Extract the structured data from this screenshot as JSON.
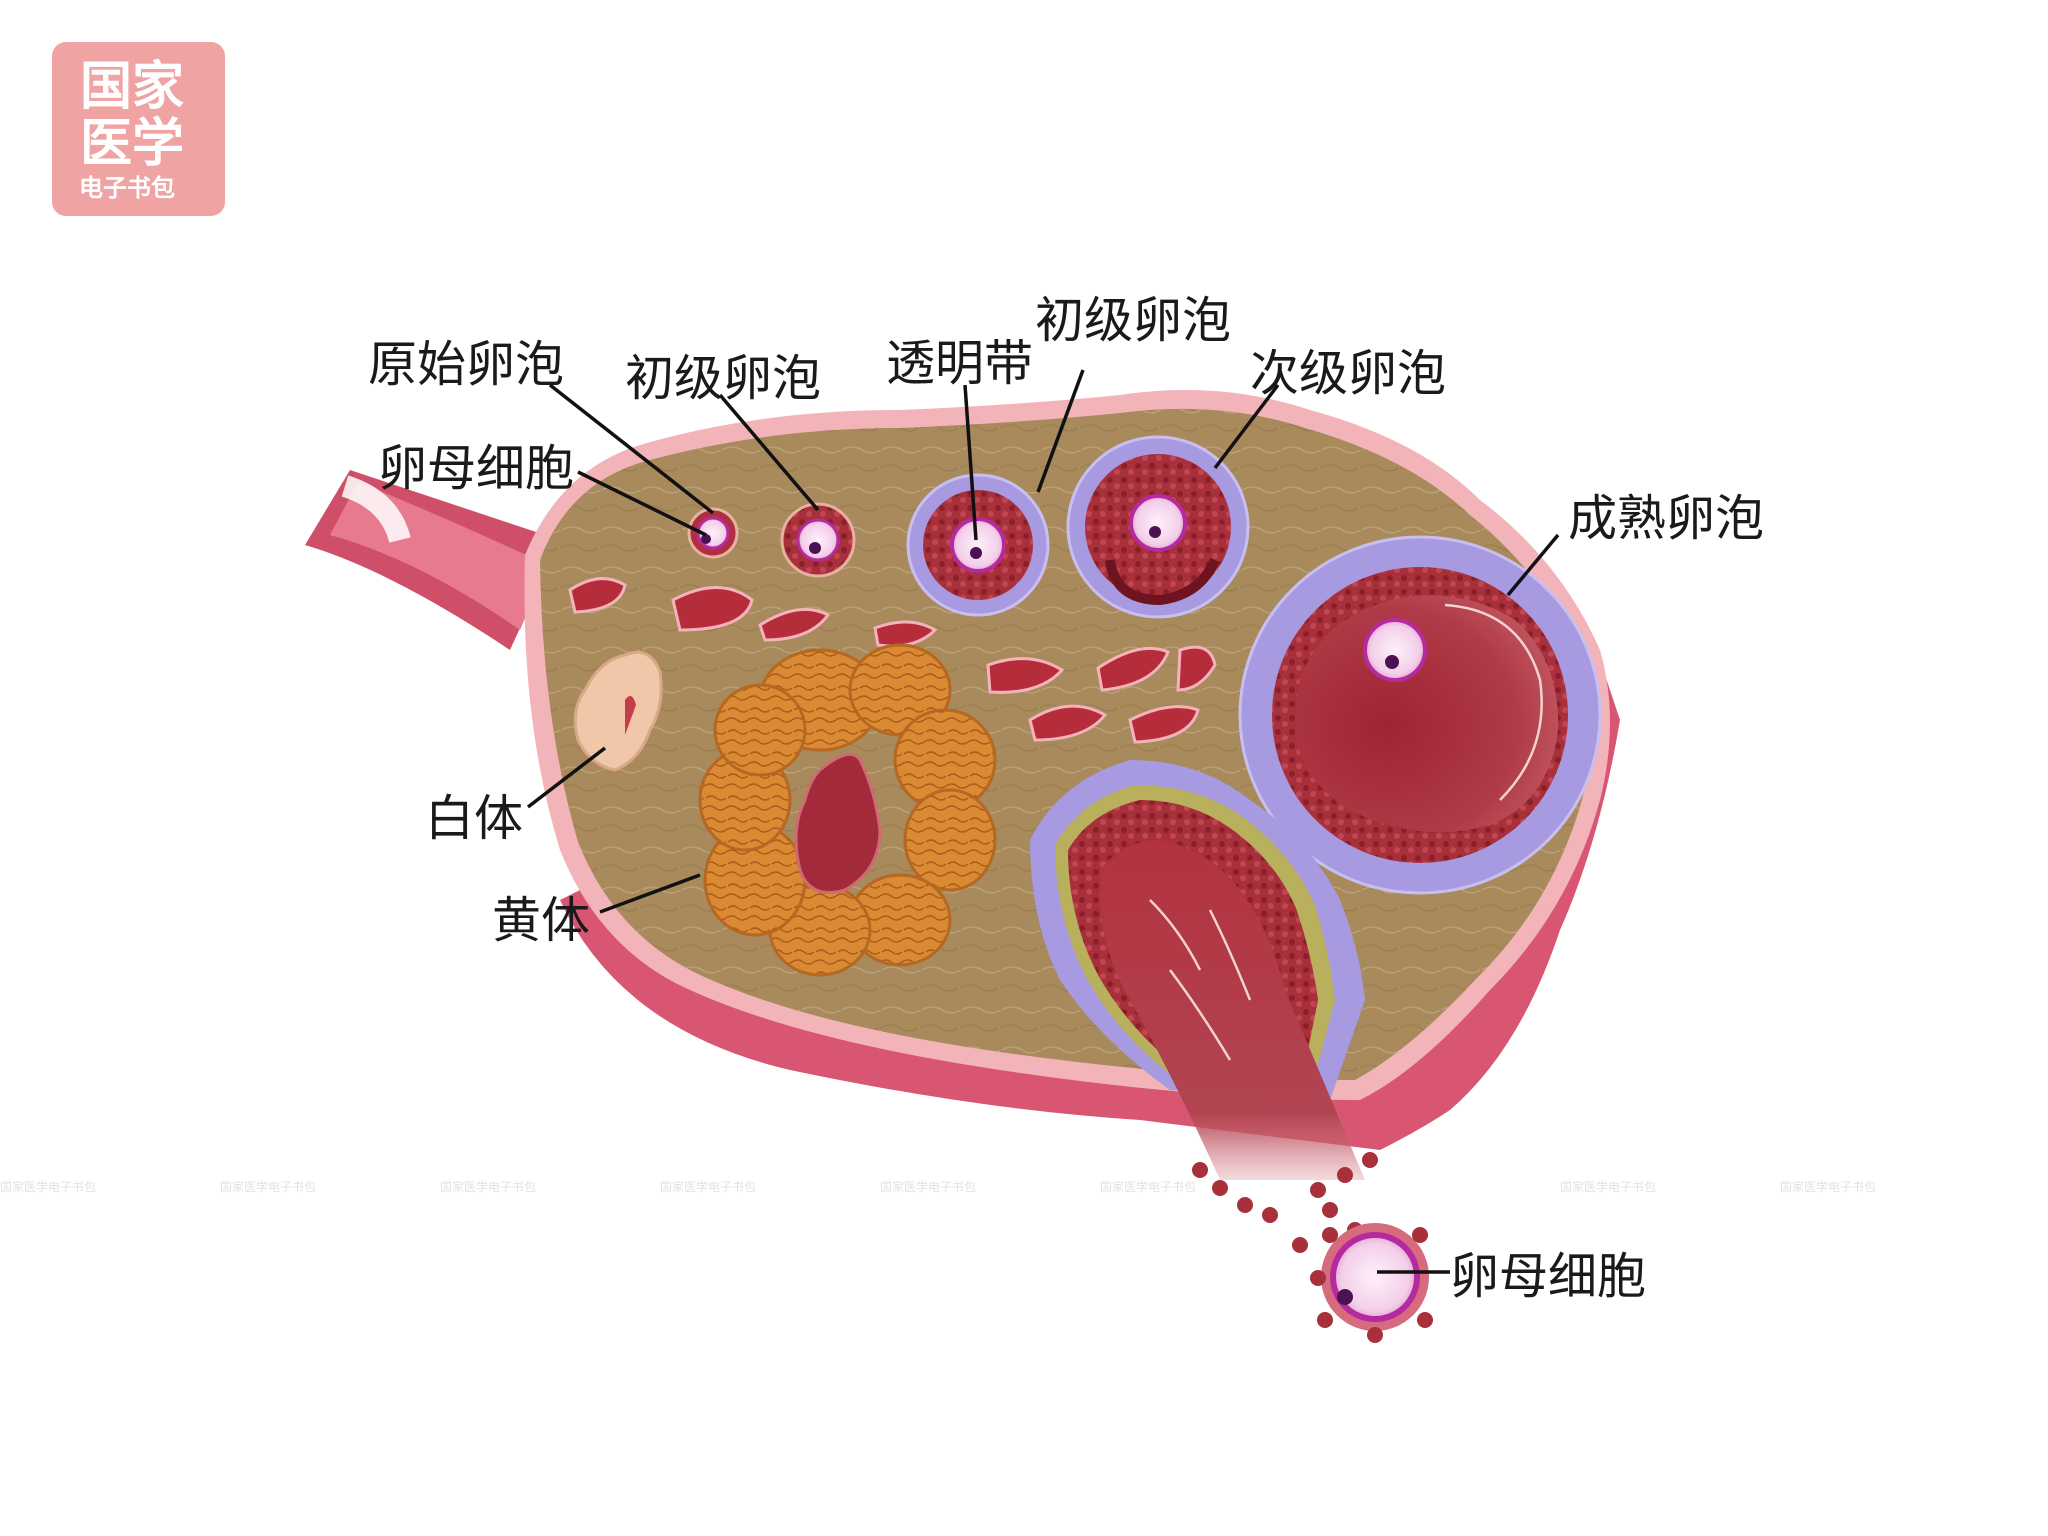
{
  "badge": {
    "line1": "国家",
    "line2": "医学",
    "line3": "电子书包",
    "color": "#efa3a3"
  },
  "labels": {
    "primordial_follicle": "原始卵泡",
    "oocyte_left": "卵母细胞",
    "primary_follicle_left": "初级卵泡",
    "zona_pellucida": "透明带",
    "primary_follicle_right": "初级卵泡",
    "secondary_follicle": "次级卵泡",
    "mature_follicle": "成熟卵泡",
    "corpus_albicans": "白体",
    "corpus_luteum": "黄体",
    "oocyte_released": "卵母细胞"
  },
  "watermark": "国家医学电子书包",
  "colors": {
    "ovary_stroma": "#a88a5c",
    "ovary_capsule": "#f2b4b8",
    "outer_tissue": "#d9566f",
    "follicle_red": "#9d2630",
    "theca_purple": "#a79ae0",
    "oocyte_pink": "#f5d7ee",
    "oocyte_ring": "#b62aa0",
    "corpus_luteum": "#d6862f"
  }
}
